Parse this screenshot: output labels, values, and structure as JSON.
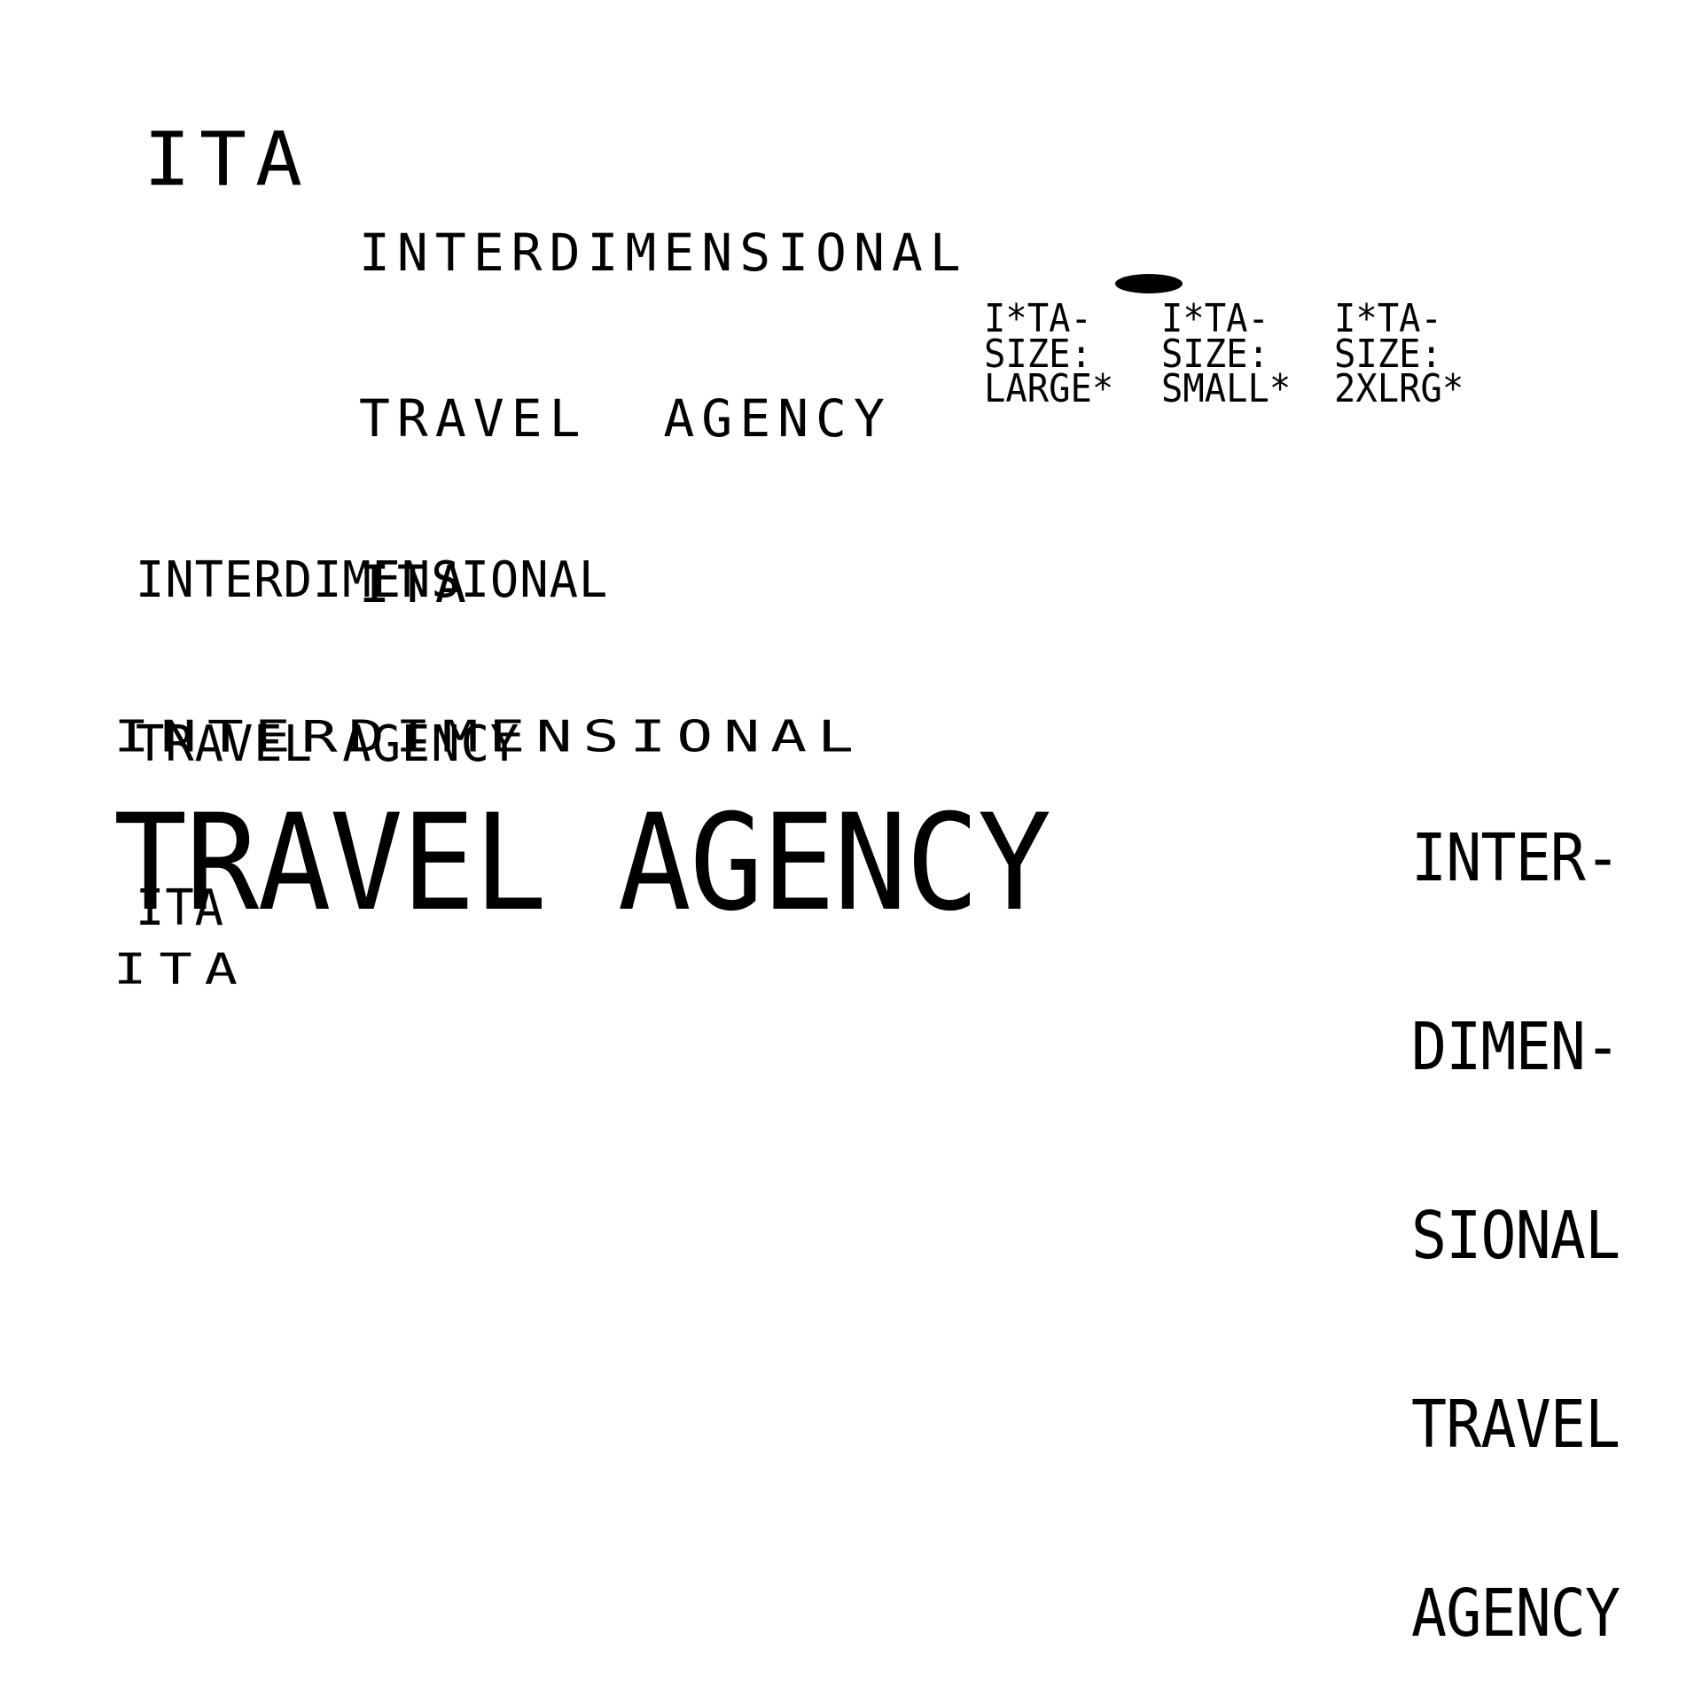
{
  "logo": {
    "mark": "ITA"
  },
  "top_block": {
    "lines": [
      "INTERDIMENSIONAL",
      "TRAVEL  AGENCY",
      "ITA"
    ]
  },
  "size_tags": [
    {
      "lines": [
        "I*TA-",
        "SIZE:",
        "LARGE*"
      ]
    },
    {
      "lines": [
        "I*TA-",
        "SIZE:",
        "SMALL*"
      ]
    },
    {
      "lines": [
        "I*TA-",
        "SIZE:",
        "2XLRG*"
      ]
    }
  ],
  "middle_block": {
    "lines": [
      "INTERDIMENSIONAL",
      "TRAVEL AGENCY",
      "ITA"
    ]
  },
  "large_block": {
    "lines": [
      "INTERDIMENSIONAL",
      "TRAVEL AGENCY",
      "ITA"
    ]
  },
  "right_block": {
    "lines": [
      "INTER-",
      "DIMEN-",
      "SIONAL",
      "TRAVEL",
      "AGENCY"
    ]
  }
}
